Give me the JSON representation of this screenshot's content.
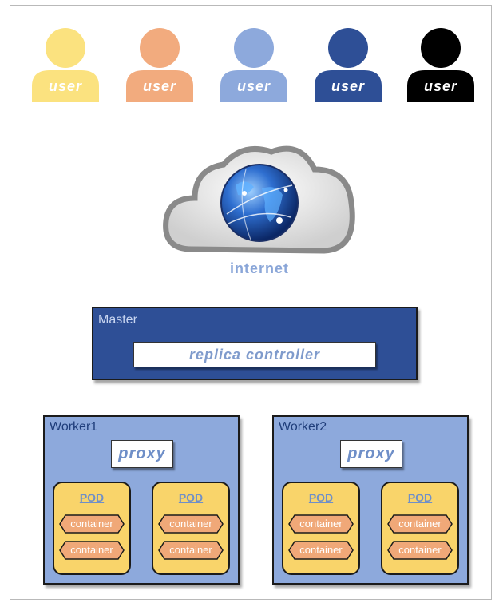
{
  "users": [
    {
      "label": "user",
      "color": "#fbe27f"
    },
    {
      "label": "user",
      "color": "#f2ab7e"
    },
    {
      "label": "user",
      "color": "#8da9dc"
    },
    {
      "label": "user",
      "color": "#2e4f96"
    },
    {
      "label": "user",
      "color": "#000000"
    }
  ],
  "internet": {
    "label": "internet"
  },
  "master": {
    "title": "Master",
    "controller": "replica controller"
  },
  "workers": [
    {
      "title": "Worker1",
      "proxy": "proxy",
      "pods": [
        {
          "label": "POD",
          "containers": [
            "container",
            "container"
          ]
        },
        {
          "label": "POD",
          "containers": [
            "container",
            "container"
          ]
        }
      ]
    },
    {
      "title": "Worker2",
      "proxy": "proxy",
      "pods": [
        {
          "label": "POD",
          "containers": [
            "container",
            "container"
          ]
        },
        {
          "label": "POD",
          "containers": [
            "container",
            "container"
          ]
        }
      ]
    }
  ],
  "colors": {
    "master_fill": "#2e4f96",
    "worker_fill": "#8da9dc",
    "pod_fill": "#f9d46a",
    "container_fill": "#f0a878"
  }
}
